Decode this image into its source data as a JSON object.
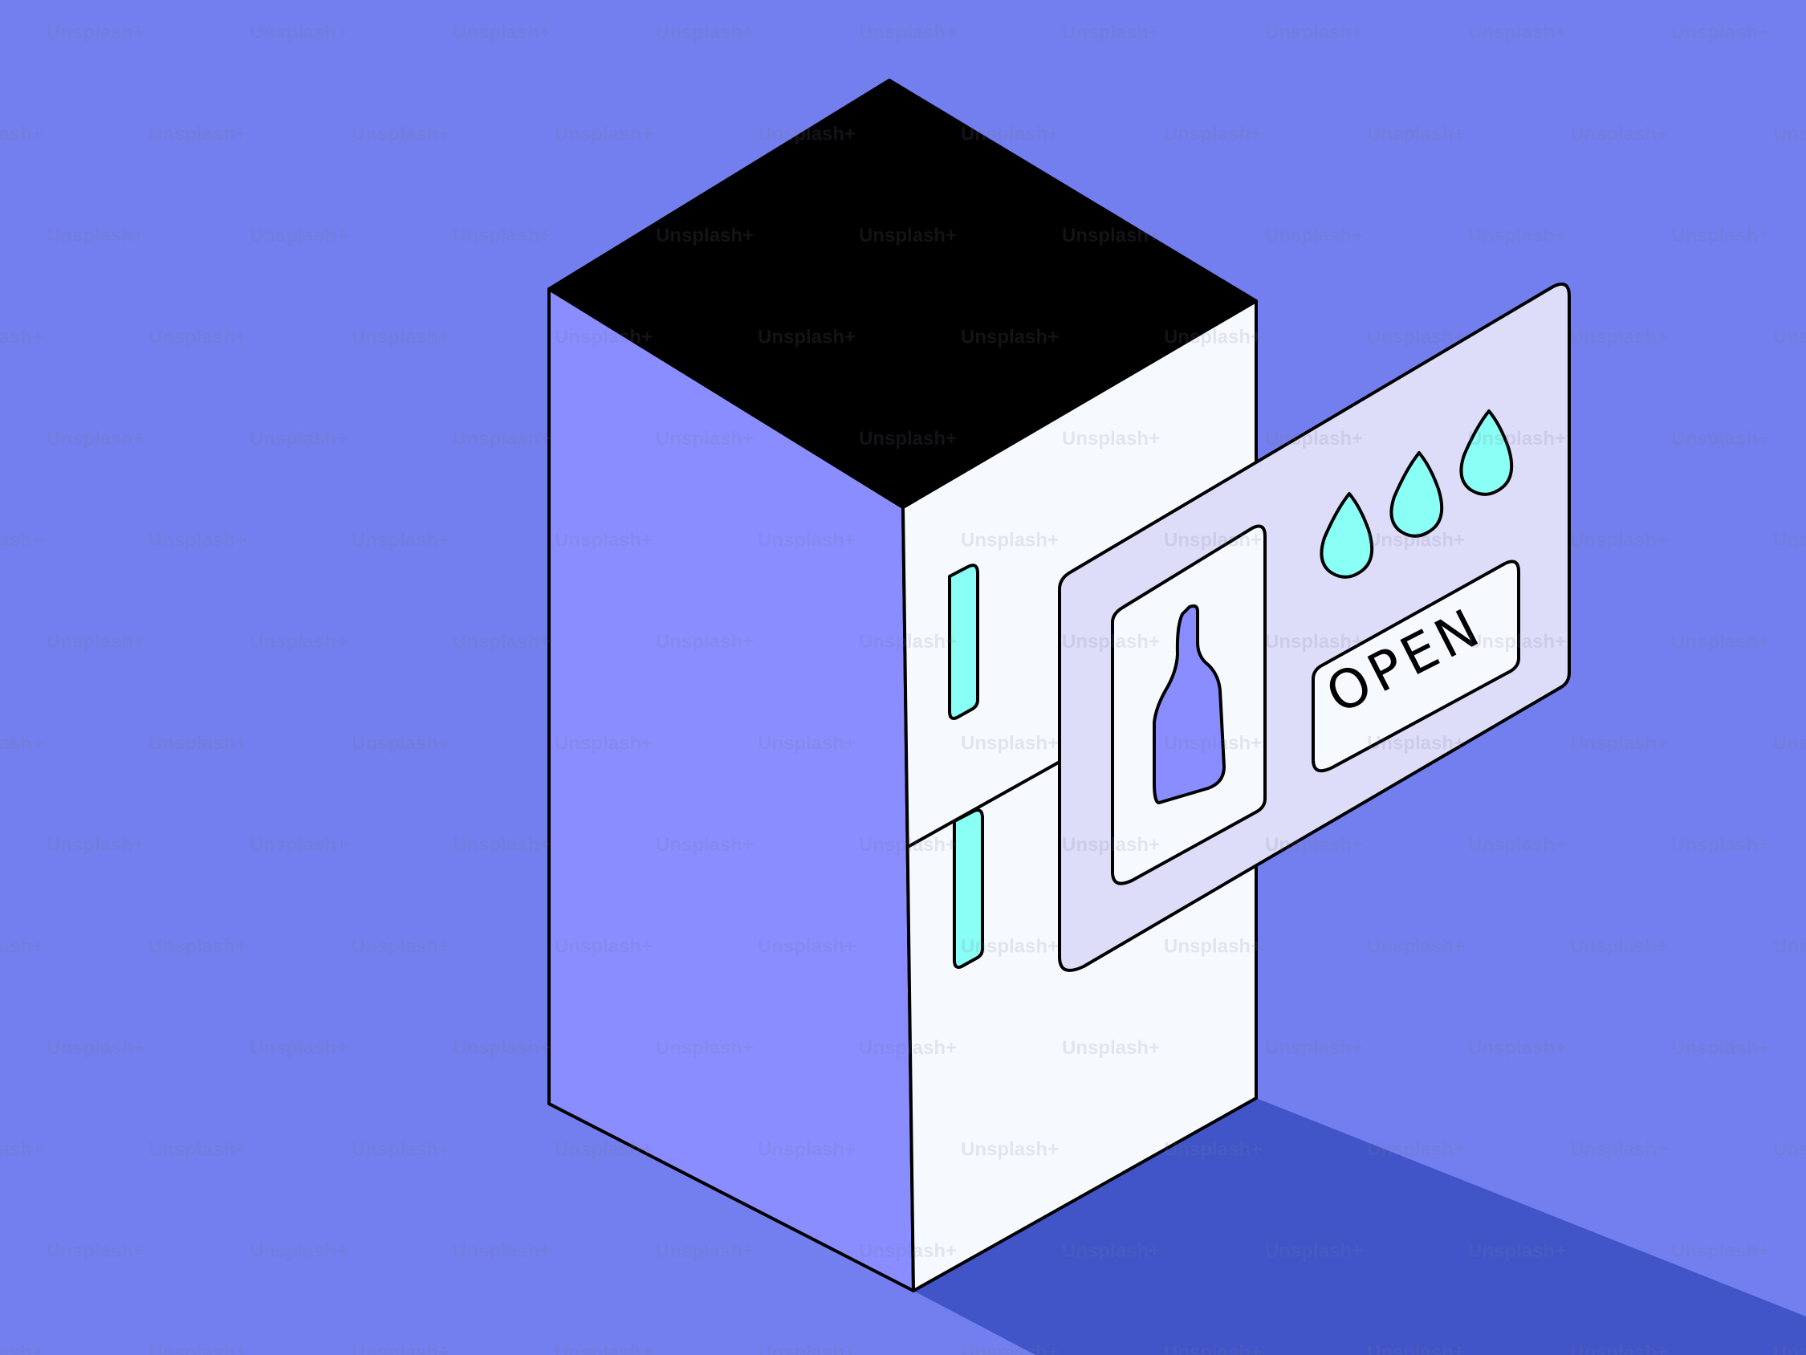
{
  "illustration": {
    "title": "Isometric refrigerator with open sign",
    "sign": {
      "label": "OPEN"
    },
    "watermark": {
      "text": "Unsplash+"
    }
  },
  "colors": {
    "background": "#737FEE",
    "shadow": "#4155C9",
    "fridge_top": "#000000",
    "fridge_left": "#8A8DFF",
    "fridge_front": "#F6FAFF",
    "panel": "#DDDDF9",
    "handle": "#8AFFF6",
    "bottle": "#8A8DFF",
    "outline": "#000000"
  }
}
